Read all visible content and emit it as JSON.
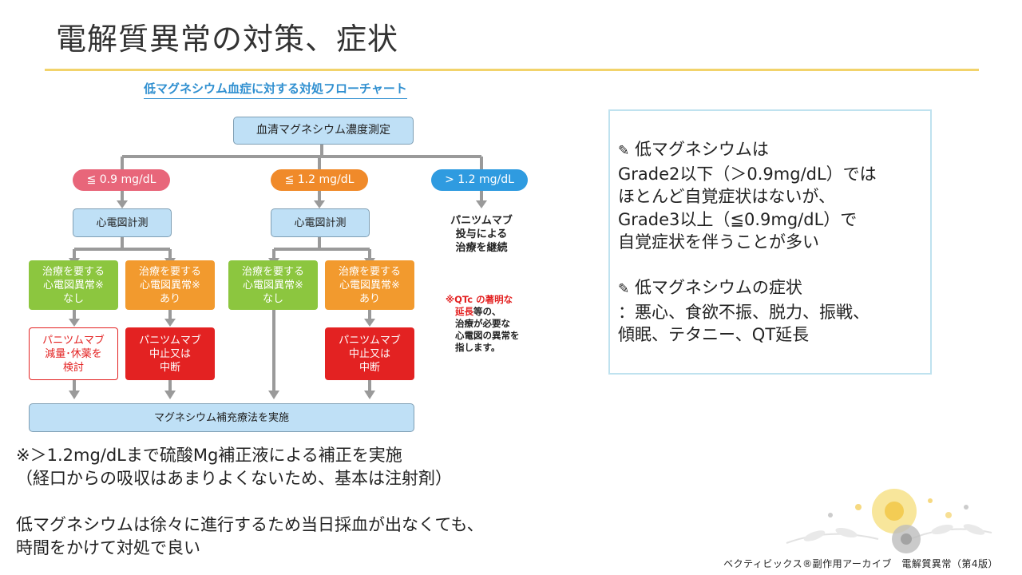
{
  "slide": {
    "title": "電解質異常の対策、症状",
    "flowchart_title": "低マグネシウム血症に対する対処フローチャート",
    "footer": "ベクティビックス®副作用アーカイブ　電解質異常（第4版）"
  },
  "flowchart": {
    "start": "血清マグネシウム濃度測定",
    "branch_left": "≦ 0.9 mg/dL",
    "branch_mid": "≦ 1.2 mg/dL",
    "branch_right": "> 1.2 mg/dL",
    "ecg": "心電図計測",
    "continue_lines": [
      "パニツムマブ",
      "投与による",
      "治療を継続"
    ],
    "needs_treatment_none": [
      "治療を要する",
      "心電図異常※",
      "なし"
    ],
    "needs_treatment_yes": [
      "治療を要する",
      "心電図異常※",
      "あり"
    ],
    "reduce_lines": [
      "パニツムマブ",
      "減量･休薬を",
      "検討"
    ],
    "stop_lines": [
      "パニツムマブ",
      "中止又は",
      "中断"
    ],
    "supplement": "マグネシウム補充療法を実施",
    "note_red1": "※QTc の著明な",
    "note_red2": "延長",
    "note_black2": "等の、",
    "note_lines": [
      "治療が必要な",
      "心電図の異常を",
      "指します。"
    ]
  },
  "body_text": {
    "line1": "※＞1.2mg/dLまで硫酸Mg補正液による補正を実施",
    "line2": "（経口からの吸収はあまりよくないため、基本は注射剤）",
    "line3": "低マグネシウムは徐々に進行するため当日採血が出なくても、",
    "line4": "時間をかけて対処で良い"
  },
  "panel": {
    "bullet_icon": "pen-icon",
    "p1_l1": "低マグネシウムは",
    "p1_l2": "Grade2以下（＞0.9mg/dL）では",
    "p1_l3": "ほとんど自覚症状はないが、",
    "p1_l4": "Grade3以上（≦0.9mg/dL）で",
    "p1_l5": "自覚症状を伴うことが多い",
    "p2_l1": "低マグネシウムの症状",
    "p2_l2": "：悪心、食欲不振、脱力、振戦、",
    "p2_l3": "傾眠、テタニー、QT延長"
  },
  "colors": {
    "accent_rule": "#f2d36b",
    "flow_title": "#2f8fd0",
    "pill_left": "#e8667a",
    "pill_mid": "#f08a2a",
    "pill_right": "#2f9be0",
    "green": "#8cc63f",
    "orange": "#f29a2e",
    "red": "#e32222"
  }
}
